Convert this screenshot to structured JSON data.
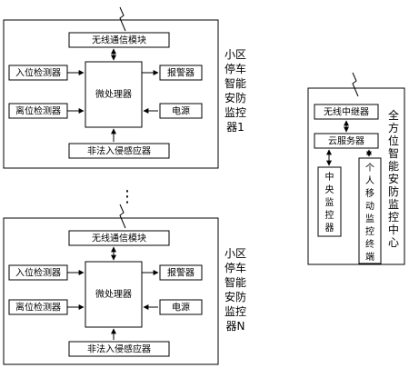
{
  "controller_top": {
    "wireless_module": "无线通信模块",
    "microprocessor": "微处理器",
    "entry_detector": "入位检测器",
    "exit_detector": "离位检测器",
    "alarm": "报警器",
    "power": "电源",
    "intrusion_sensor": "非法入侵感应器",
    "title_lines": [
      "小区",
      "停车",
      "智能",
      "安防",
      "监控",
      "器1"
    ]
  },
  "ellipsis": "⋮",
  "controller_bottom": {
    "wireless_module": "无线通信模块",
    "microprocessor": "微处理器",
    "entry_detector": "入位检测器",
    "exit_detector": "离位检测器",
    "alarm": "报警器",
    "power": "电源",
    "intrusion_sensor": "非法入侵感应器",
    "title_lines": [
      "小区",
      "停车",
      "智能",
      "安防",
      "监控",
      "器N"
    ]
  },
  "center": {
    "relay": "无线中继器",
    "cloud_server": "云服务器",
    "central_monitor": [
      "中",
      "央",
      "监",
      "控",
      "器"
    ],
    "mobile_terminal": [
      "个",
      "人",
      "移",
      "动",
      "监",
      "控",
      "终",
      "端"
    ],
    "title": [
      "全",
      "方",
      "位",
      "智",
      "能",
      "安",
      "防",
      "监",
      "控",
      "中",
      "心"
    ]
  }
}
